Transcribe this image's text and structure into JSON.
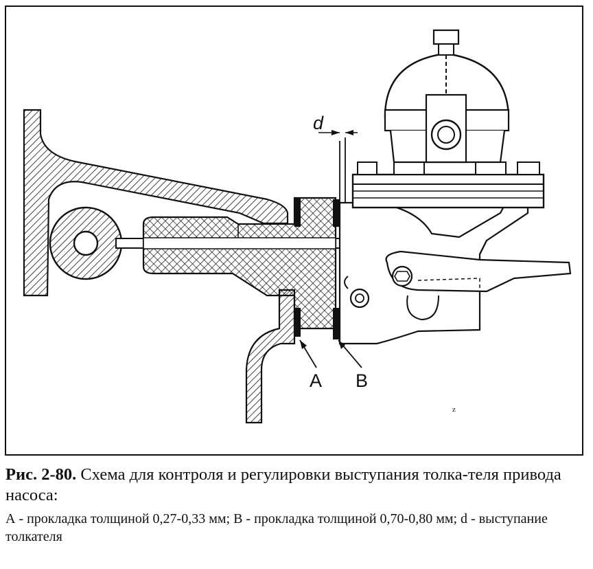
{
  "figure": {
    "labels": {
      "gasket_a": "A",
      "gasket_b": "B",
      "protrusion": "d",
      "stray_mark": "z"
    }
  },
  "caption": {
    "number": "Рис. 2-80.",
    "title_text": " Схема для контроля и регулировки выступания толка-теля привода насоса:",
    "legend_text": "А - прокладка толщиной 0,27-0,33 мм; В - прокладка толщиной 0,70-0,80 мм; d - выступание толкателя"
  }
}
